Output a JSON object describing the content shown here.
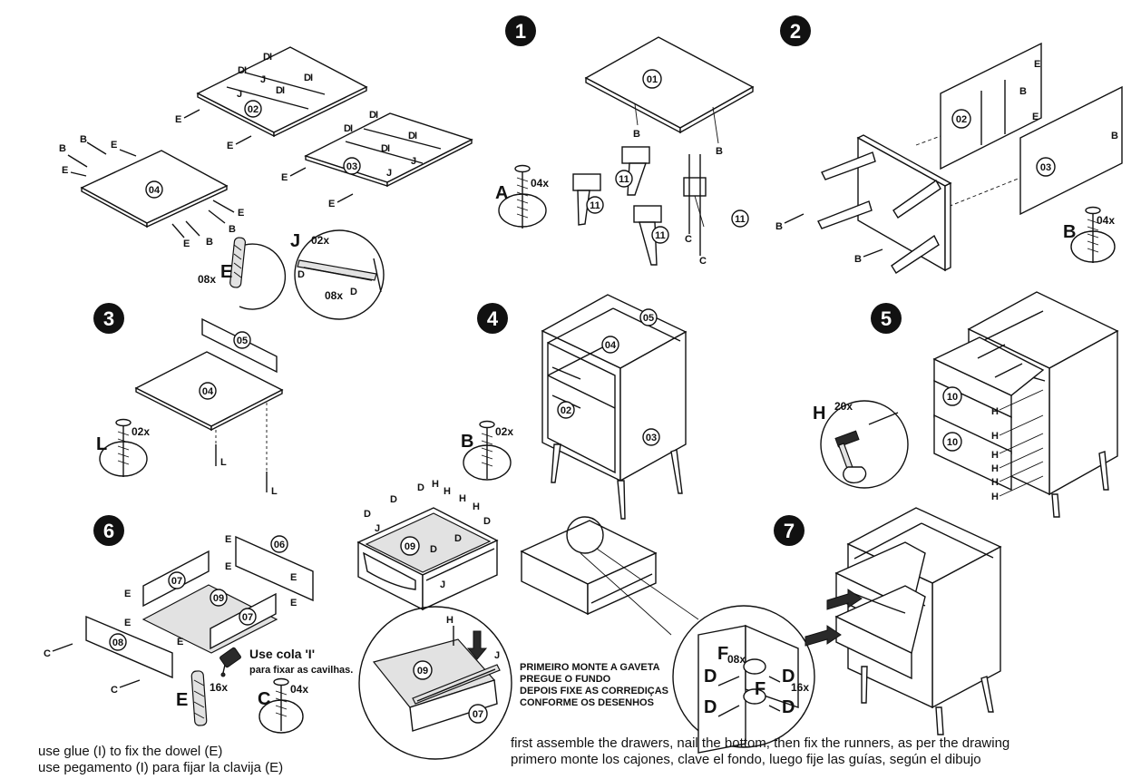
{
  "steps": [
    "1",
    "2",
    "3",
    "4",
    "5",
    "6",
    "7"
  ],
  "panels": {
    "p01": "01",
    "p02": "02",
    "p03": "03",
    "p04": "04",
    "p05": "05",
    "p06": "06",
    "p07": "07",
    "p08": "08",
    "p09": "09",
    "p10": "10",
    "p11": "11"
  },
  "parts": {
    "A": "A",
    "B": "B",
    "C": "C",
    "D": "D",
    "E": "E",
    "F": "F",
    "H": "H",
    "I": "I",
    "J": "J",
    "L": "L"
  },
  "counts": {
    "a": "04x",
    "b_step2": "04x",
    "b_step4": "02x",
    "l": "02x",
    "e_top": "08x",
    "j": "02x",
    "d": "08x",
    "h": "20x",
    "e_step6": "16x",
    "c": "04x",
    "f": "08x",
    "d_detail": "16x"
  },
  "glue_note": {
    "title": "Use cola 'I'",
    "sub": "para fixar as cavilhas."
  },
  "drawer_instruction_pt": [
    "PRIMEIRO MONTE A GAVETA",
    "PREGUE O FUNDO",
    "DEPOIS FIXE AS CORREDIÇAS",
    "CONFORME OS DESENHOS"
  ],
  "footer": {
    "left_en": "use glue (I) to fix the dowel (E)",
    "left_es": "use pegamento (I) para fijar la clavija (E)",
    "right_en": "first assemble the drawers, nail the bottom, then fix the runners, as per the drawing",
    "right_es": "primero monte los cajones, clave el fondo, luego fije las guías, según el dibujo"
  }
}
